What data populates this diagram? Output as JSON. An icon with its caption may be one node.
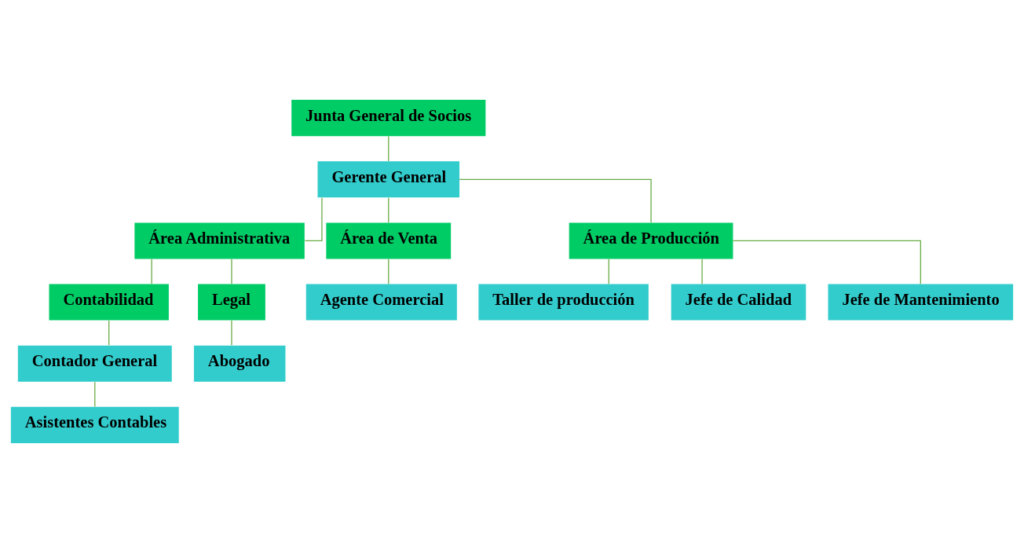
{
  "diagram": {
    "nodes": [
      {
        "text": [
          "Junta General de Socios"
        ]
      },
      {
        "text": [
          "Gerente General"
        ]
      },
      {
        "text": [
          "Área Administrativa"
        ]
      },
      {
        "text": [
          "Área de Venta"
        ]
      },
      {
        "text": [
          "Área de Producción"
        ]
      },
      {
        "text": [
          "Contabilidad"
        ]
      },
      {
        "text": [
          "Legal"
        ]
      },
      {
        "text": [
          "Contador General"
        ]
      },
      {
        "text": [
          "Asistentes Contables"
        ]
      },
      {
        "text": [
          "Abogado"
        ]
      },
      {
        "text": [
          "Agente Comercial"
        ]
      },
      {
        "text": [
          "Taller de producción"
        ]
      },
      {
        "text": [
          "Jefe de Calidad"
        ]
      },
      {
        "text": [
          "Jefe de Mantenimiento"
        ]
      }
    ],
    "edges": [
      {
        "from": 0,
        "to": 1,
        "arrow": "none"
      },
      {
        "from": 1,
        "to": 2,
        "arrow": "none"
      },
      {
        "from": 1,
        "to": 3,
        "arrow": "none"
      },
      {
        "from": 1,
        "to": 4,
        "arrow": "none"
      },
      {
        "from": 2,
        "to": 5,
        "arrow": "none"
      },
      {
        "from": 2,
        "to": 6,
        "arrow": "none"
      },
      {
        "from": 5,
        "to": 7,
        "arrow": "none"
      },
      {
        "from": 7,
        "to": 8,
        "arrow": "none"
      },
      {
        "from": 6,
        "to": 9,
        "arrow": "none"
      },
      {
        "from": 3,
        "to": 10,
        "arrow": "none"
      },
      {
        "from": 4,
        "to": 11,
        "arrow": "none"
      },
      {
        "from": 4,
        "to": 12,
        "arrow": "none"
      },
      {
        "from": 4,
        "to": 13,
        "arrow": "none"
      }
    ]
  }
}
